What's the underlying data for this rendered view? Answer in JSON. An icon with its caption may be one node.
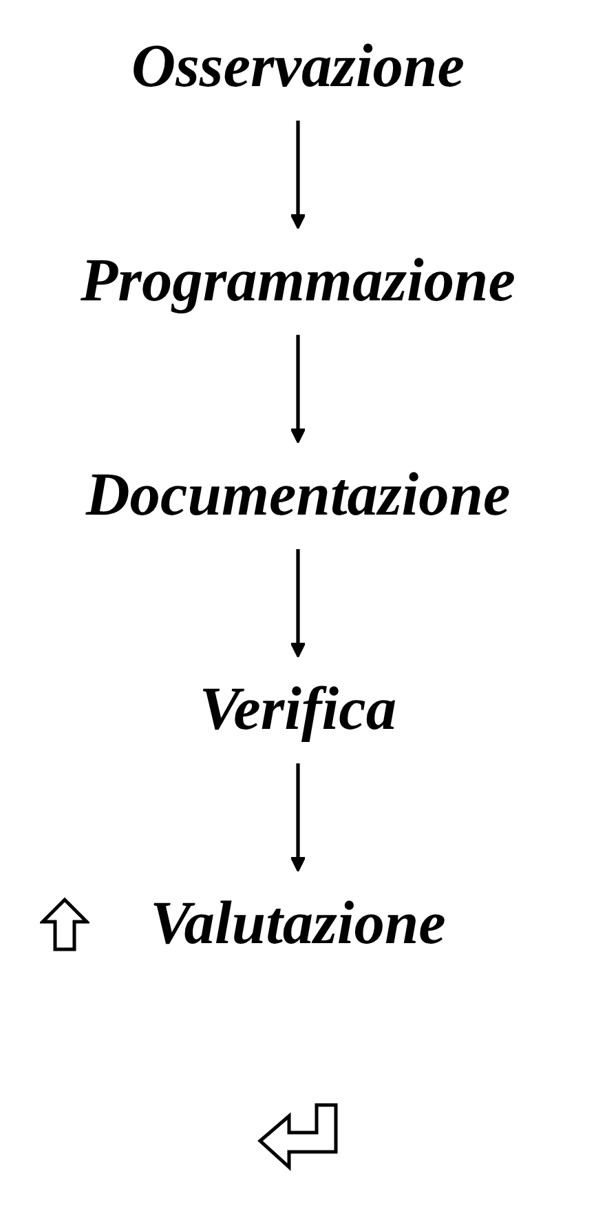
{
  "diagram": {
    "nodes": [
      {
        "text": [
          "Osservazione"
        ]
      },
      {
        "text": [
          "Programmazione"
        ]
      },
      {
        "text": [
          "Documentazione"
        ]
      },
      {
        "text": [
          "Verifica"
        ]
      },
      {
        "text": [
          "Valutazione"
        ]
      }
    ],
    "edges": [
      {
        "from": 0,
        "to": 1,
        "arrow": "to"
      },
      {
        "from": 1,
        "to": 2,
        "arrow": "to"
      },
      {
        "from": 2,
        "to": 3,
        "arrow": "to"
      },
      {
        "from": 3,
        "to": 4,
        "arrow": "to"
      }
    ]
  }
}
